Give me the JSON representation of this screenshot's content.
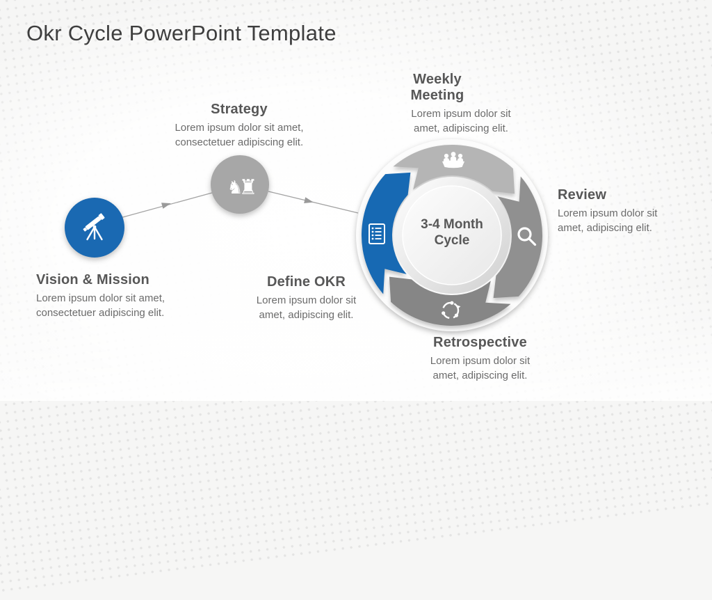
{
  "slide_title": "Okr Cycle PowerPoint Template",
  "nodes": {
    "vision": {
      "label": "Vision & Mission",
      "description": "Lorem ipsum dolor sit amet, consectetuer adipiscing elit.",
      "color": "#1a69b2",
      "icon": "telescope-icon"
    },
    "strategy": {
      "label": "Strategy",
      "description": "Lorem ipsum dolor sit amet, consectetuer adipiscing elit.",
      "color": "#a7a7a7",
      "icon": "chess-icon"
    }
  },
  "cycle": {
    "center_label": "3-4 Month Cycle",
    "segments": [
      {
        "label": "Weekly Meeting",
        "description": "Lorem ipsum dolor sit amet, adipiscing elit.",
        "color": "#b5b5b5",
        "icon": "meeting-icon"
      },
      {
        "label": "Review",
        "description": "Lorem ipsum dolor sit amet, adipiscing elit.",
        "color": "#909090",
        "icon": "magnifier-icon"
      },
      {
        "label": "Retrospective",
        "description": "Lorem ipsum dolor sit amet, adipiscing elit.",
        "color": "#868686",
        "icon": "refresh-icon"
      },
      {
        "label": "Define OKR",
        "description": "Lorem ipsum dolor sit amet, adipiscing elit.",
        "color": "#1769b3",
        "icon": "checklist-icon"
      }
    ]
  },
  "icons": {
    "chess_knight": "♞",
    "chess_rook": "♜"
  },
  "colors": {
    "accent_blue": "#1a69b2",
    "light_gray_segment": "#b5b5b5",
    "heading_text": "#575757",
    "body_text": "#6b6b6b",
    "title_text": "#3e3e3e",
    "connector": "#9d9d9d"
  }
}
